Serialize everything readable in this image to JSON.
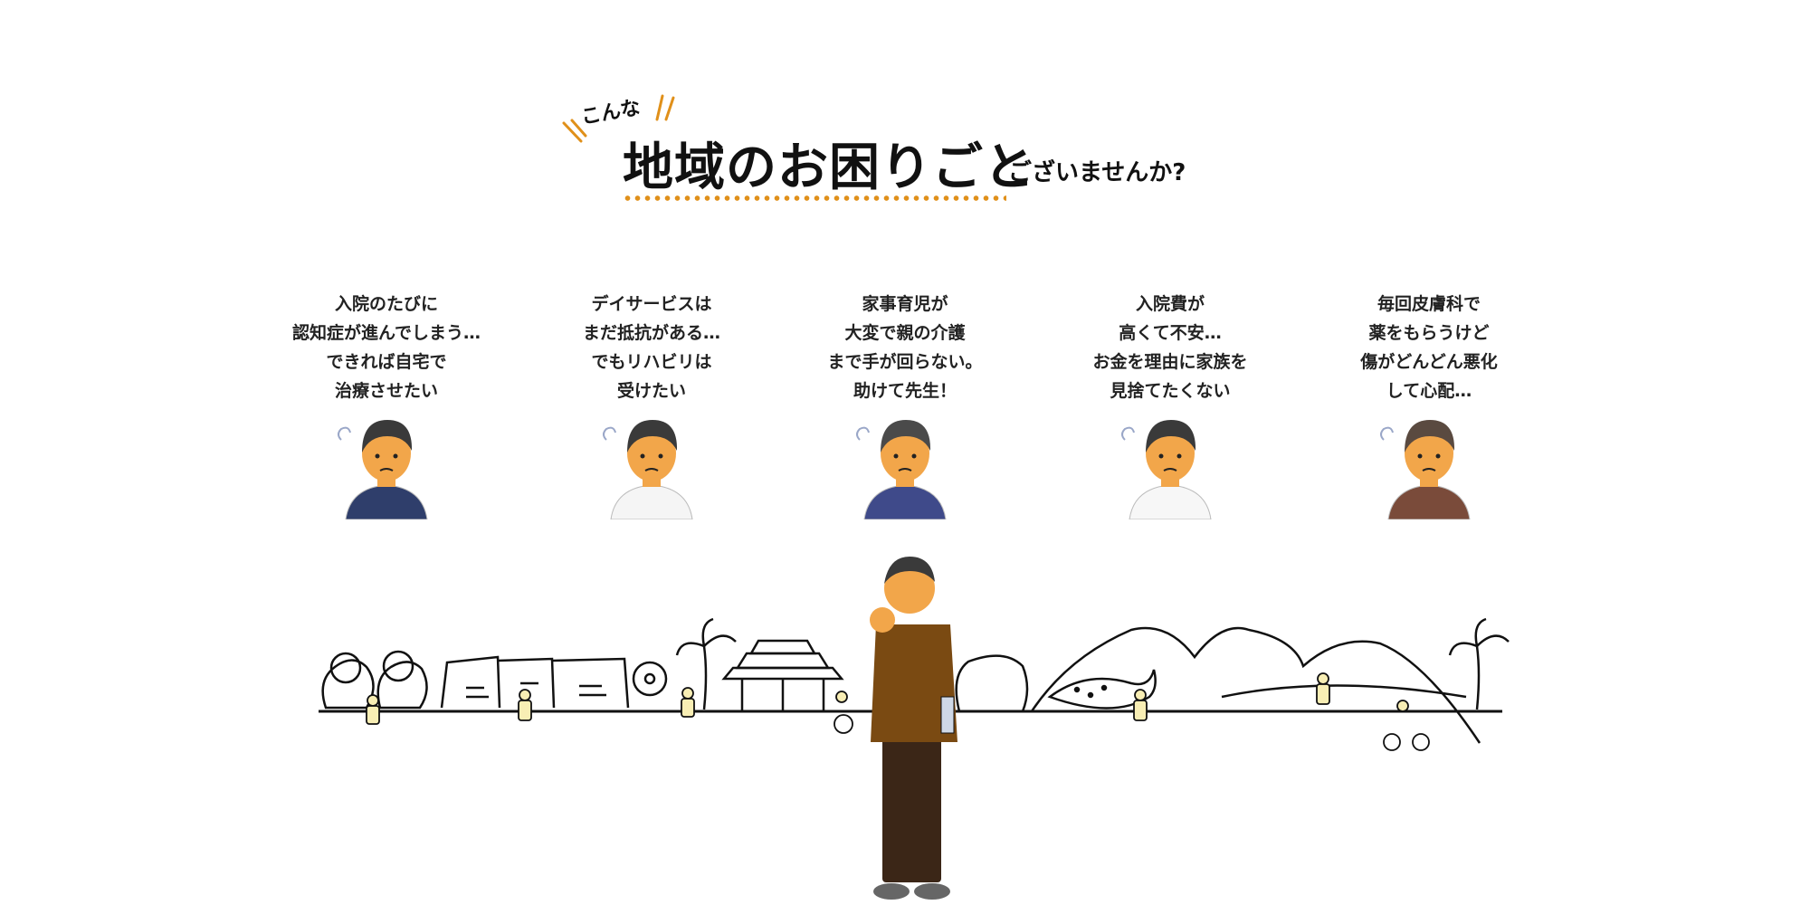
{
  "heading": {
    "kicker": "こんな",
    "title": "地域のお困りごと",
    "suffix": "ございませんか?"
  },
  "colors": {
    "accent": "#e0901a",
    "skin": "#f2a64a",
    "hair": "#3a3a3a",
    "scrubs": "#7a4a12",
    "figure": "#f8eeb4"
  },
  "concerns": [
    {
      "text": "入院のたびに\n認知症が進んでしまう…\nできれば自宅で\n治療させたい",
      "icon": "worried-elderly-man-icon",
      "outfit": "#2f3e6b",
      "hair": "#3a3a3a"
    },
    {
      "text": "デイサービスは\nまだ抵抗がある…\nでもリハビリは\n受けたい",
      "icon": "worried-young-woman-icon",
      "outfit": "#f5f5f5",
      "hair": "#3a3a3a"
    },
    {
      "text": "家事育児が\n大変で親の介護\nまで手が回らない。\n助けて先生！",
      "icon": "troubled-man-icon",
      "outfit": "#3f4a8a",
      "hair": "#4a4a4a"
    },
    {
      "text": "入院費が\n高くて不安…\nお金を理由に家族を\n見捨てたくない",
      "icon": "anxious-man-icon",
      "outfit": "#f7f7f7",
      "hair": "#3a3a3a"
    },
    {
      "text": "毎回皮膚科で\n薬をもらうけど\n傷がどんどん悪化\nして心配…",
      "icon": "worried-woman-icon",
      "outfit": "#7a4b3a",
      "hair": "#5a4a40"
    }
  ]
}
